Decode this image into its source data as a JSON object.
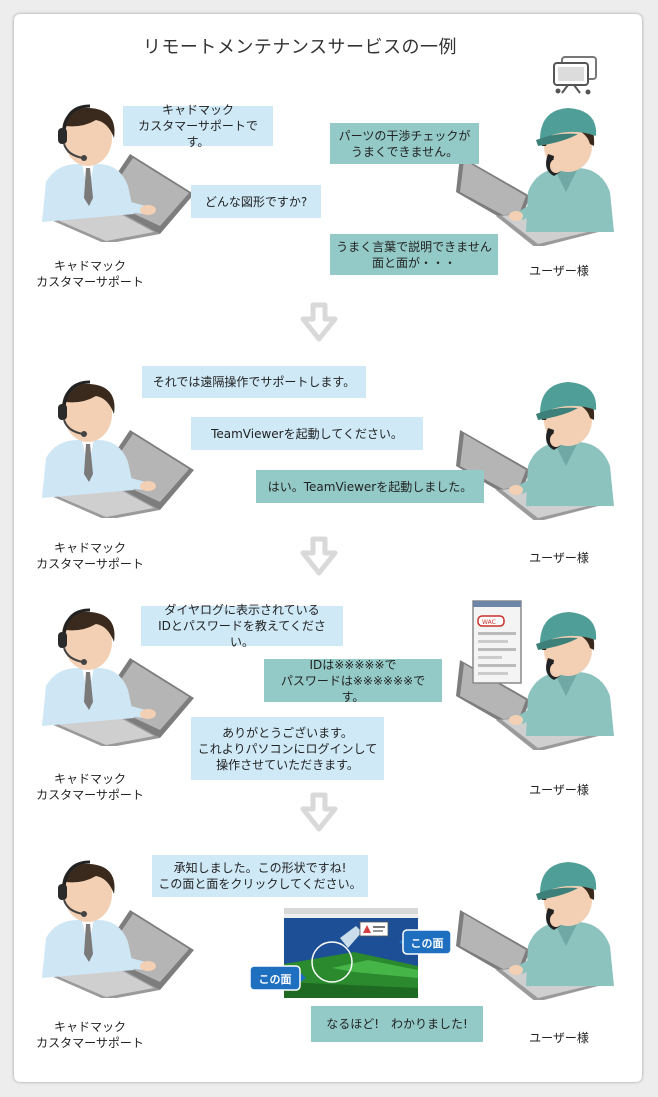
{
  "title": "リモートメンテナンスサービスの一例",
  "support_label": "キャドマック\nカスタマーサポート",
  "user_label": "ユーザー様",
  "colors": {
    "support_bubble": "#cfe9f7",
    "user_bubble": "#93cac7",
    "arrow": "#d9d9d9",
    "callout": "#1e6fc0"
  },
  "steps": [
    {
      "support_msgs": [
        "キャドマック\nカスタマーサポートです。",
        "どんな図形ですか?"
      ],
      "user_msgs": [
        "パーツの干渉チェックが\nうまくできません。",
        "うまく言葉で説明できません\n面と面が・・・"
      ]
    },
    {
      "support_msgs": [
        "それでは遠隔操作でサポートします。",
        "TeamViewerを起動してください。"
      ],
      "user_msgs": [
        "はい。TeamViewerを起動しました。"
      ]
    },
    {
      "support_msgs": [
        "ダイヤログに表示されている\nIDとパスワードを教えてください。",
        "ありがとうございます。\nこれよりパソコンにログインして\n操作させていただきます。"
      ],
      "user_msgs": [
        "IDは※※※※※で\nパスワードは※※※※※※です。"
      ]
    },
    {
      "support_msgs": [
        "承知しました。この形状ですね!\nこの面と面をクリックしてください。"
      ],
      "user_msgs": [
        "なるほど!　わかりました!"
      ],
      "callouts": [
        "この面",
        "この面"
      ]
    }
  ],
  "dialog": {
    "logo": "WAC"
  }
}
